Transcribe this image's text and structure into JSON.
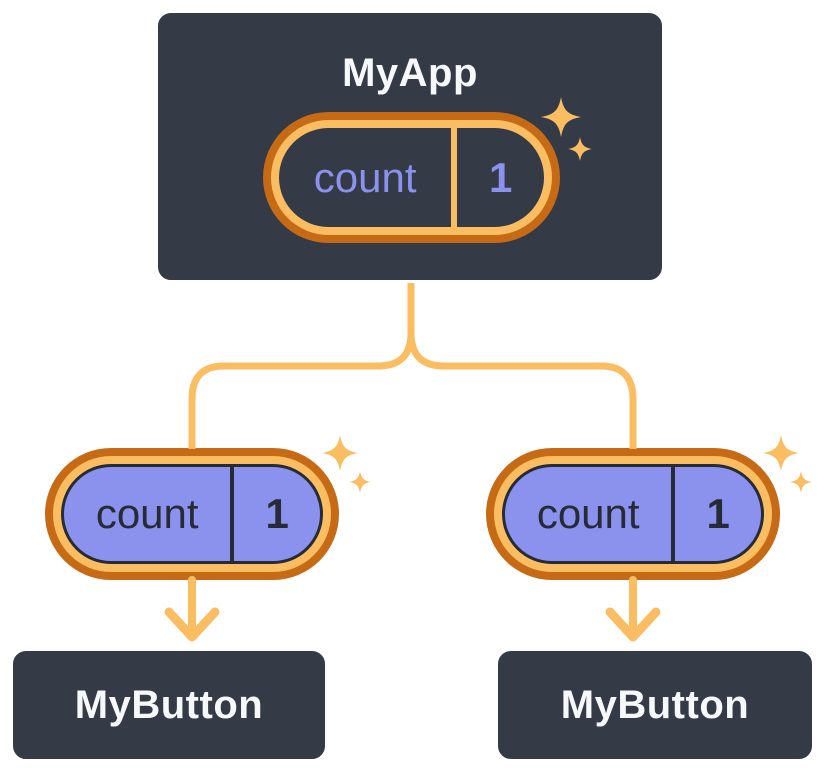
{
  "colors": {
    "background": "#FFFFFF",
    "card": "#343A46",
    "cardBorder": "#FFFFFF",
    "titleText": "#F7F8FA",
    "ink": "#262B35",
    "purple": "#8B92EE",
    "lavenderText": "#8B92EE",
    "lightOrange": "#FABD62",
    "darkOrange": "#C76A15"
  },
  "tree": {
    "root": {
      "title": "MyApp",
      "state": {
        "name": "count",
        "value": "1"
      }
    },
    "children": [
      {
        "title": "MyButton",
        "prop": {
          "name": "count",
          "value": "1"
        }
      },
      {
        "title": "MyButton",
        "prop": {
          "name": "count",
          "value": "1"
        }
      }
    ]
  }
}
